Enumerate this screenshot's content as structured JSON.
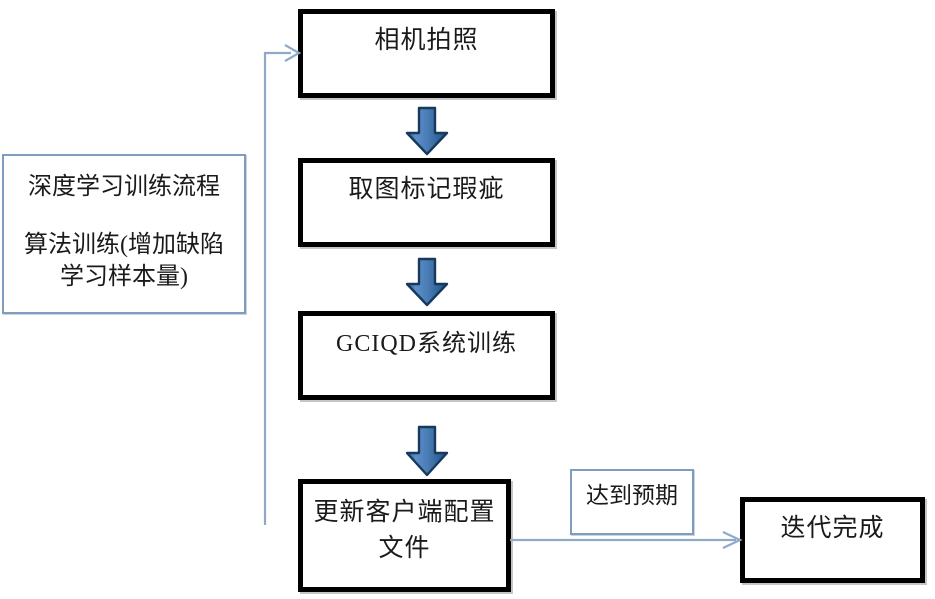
{
  "diagram": {
    "title": "深度学习训练流程",
    "colors": {
      "box_border": "#000000",
      "note_border": "#7f9dc0",
      "arrow_fill_light": "#5b8fc9",
      "arrow_fill_dark": "#1f4e79",
      "connector": "#8faac8",
      "text": "#1a1a1a",
      "background": "#ffffff"
    },
    "notes": [
      {
        "id": "training-process-note",
        "line1": "深度学习训练流程",
        "line2": "算法训练(增加缺陷\n学习样本量)"
      },
      {
        "id": "expectation-note",
        "label": "达到预期"
      }
    ],
    "nodes": [
      {
        "id": "camera-capture",
        "label": "相机拍照"
      },
      {
        "id": "mark-defects",
        "label": "取图标记瑕疵"
      },
      {
        "id": "gciqd-training",
        "label": "GCIQD系统训练"
      },
      {
        "id": "update-config",
        "label": "更新客户端配置\n文件"
      },
      {
        "id": "iteration-done",
        "label": "迭代完成"
      }
    ],
    "arrows": [
      {
        "id": "arrow-capture-to-mark",
        "kind": "block-arrow-down"
      },
      {
        "id": "arrow-mark-to-training",
        "kind": "block-arrow-down"
      },
      {
        "id": "arrow-training-to-config",
        "kind": "block-arrow-down"
      },
      {
        "id": "arrow-feedback-loop",
        "kind": "thin-line-arrow"
      },
      {
        "id": "arrow-config-to-done",
        "kind": "thin-line-arrow"
      }
    ]
  }
}
